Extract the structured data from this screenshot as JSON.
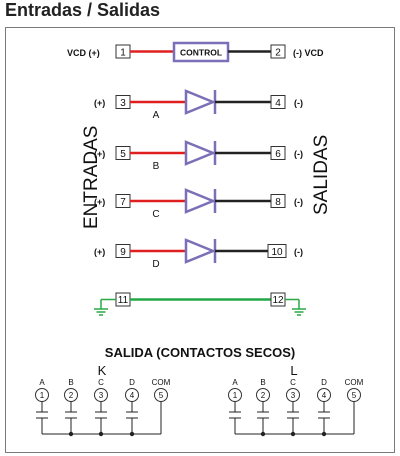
{
  "title": "Entradas / Salidas",
  "side_labels": {
    "left": "ENTRADAS",
    "right": "SALIDAS"
  },
  "control_row": {
    "left_label": "VCD (+)",
    "right_label": "(-) VCD",
    "in_pin": "1",
    "out_pin": "2",
    "box_label": "CONTROL"
  },
  "diode_rows": [
    {
      "in_pin": "3",
      "out_pin": "4",
      "plus": "(+)",
      "minus": "(-)",
      "letter": "A"
    },
    {
      "in_pin": "5",
      "out_pin": "6",
      "plus": "(+)",
      "minus": "(-)",
      "letter": "B"
    },
    {
      "in_pin": "7",
      "out_pin": "8",
      "plus": "(+)",
      "minus": "(-)",
      "letter": "C"
    },
    {
      "in_pin": "9",
      "out_pin": "10",
      "plus": "(+)",
      "minus": "(-)",
      "letter": "D"
    }
  ],
  "ground_row": {
    "in_pin": "11",
    "out_pin": "12"
  },
  "contacts": {
    "heading": "SALIDA (CONTACTOS SECOS)",
    "groups": [
      {
        "name": "K",
        "labels": [
          "A",
          "B",
          "C",
          "D",
          "COM"
        ],
        "pins": [
          "1",
          "2",
          "3",
          "4",
          "5"
        ]
      },
      {
        "name": "L",
        "labels": [
          "A",
          "B",
          "C",
          "D",
          "COM"
        ],
        "pins": [
          "1",
          "2",
          "3",
          "4",
          "5"
        ]
      }
    ]
  },
  "colors": {
    "input_wire": "#e02020",
    "output_wire": "#222222",
    "diode": "#7b6fb8",
    "ground_wire": "#22a845",
    "ground_symbol": "#2aa845"
  }
}
